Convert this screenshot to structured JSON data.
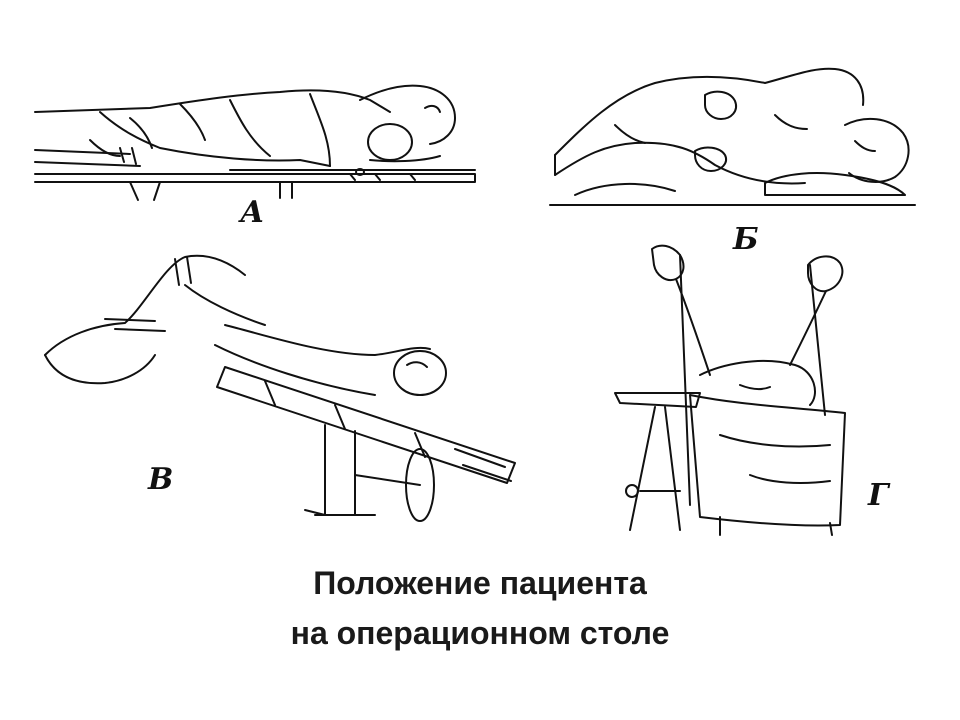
{
  "figure_labels": {
    "a": "А",
    "b": "Б",
    "v": "В",
    "g": "Г"
  },
  "caption": {
    "line1": "Положение пациента",
    "line2": "на операционном столе"
  }
}
